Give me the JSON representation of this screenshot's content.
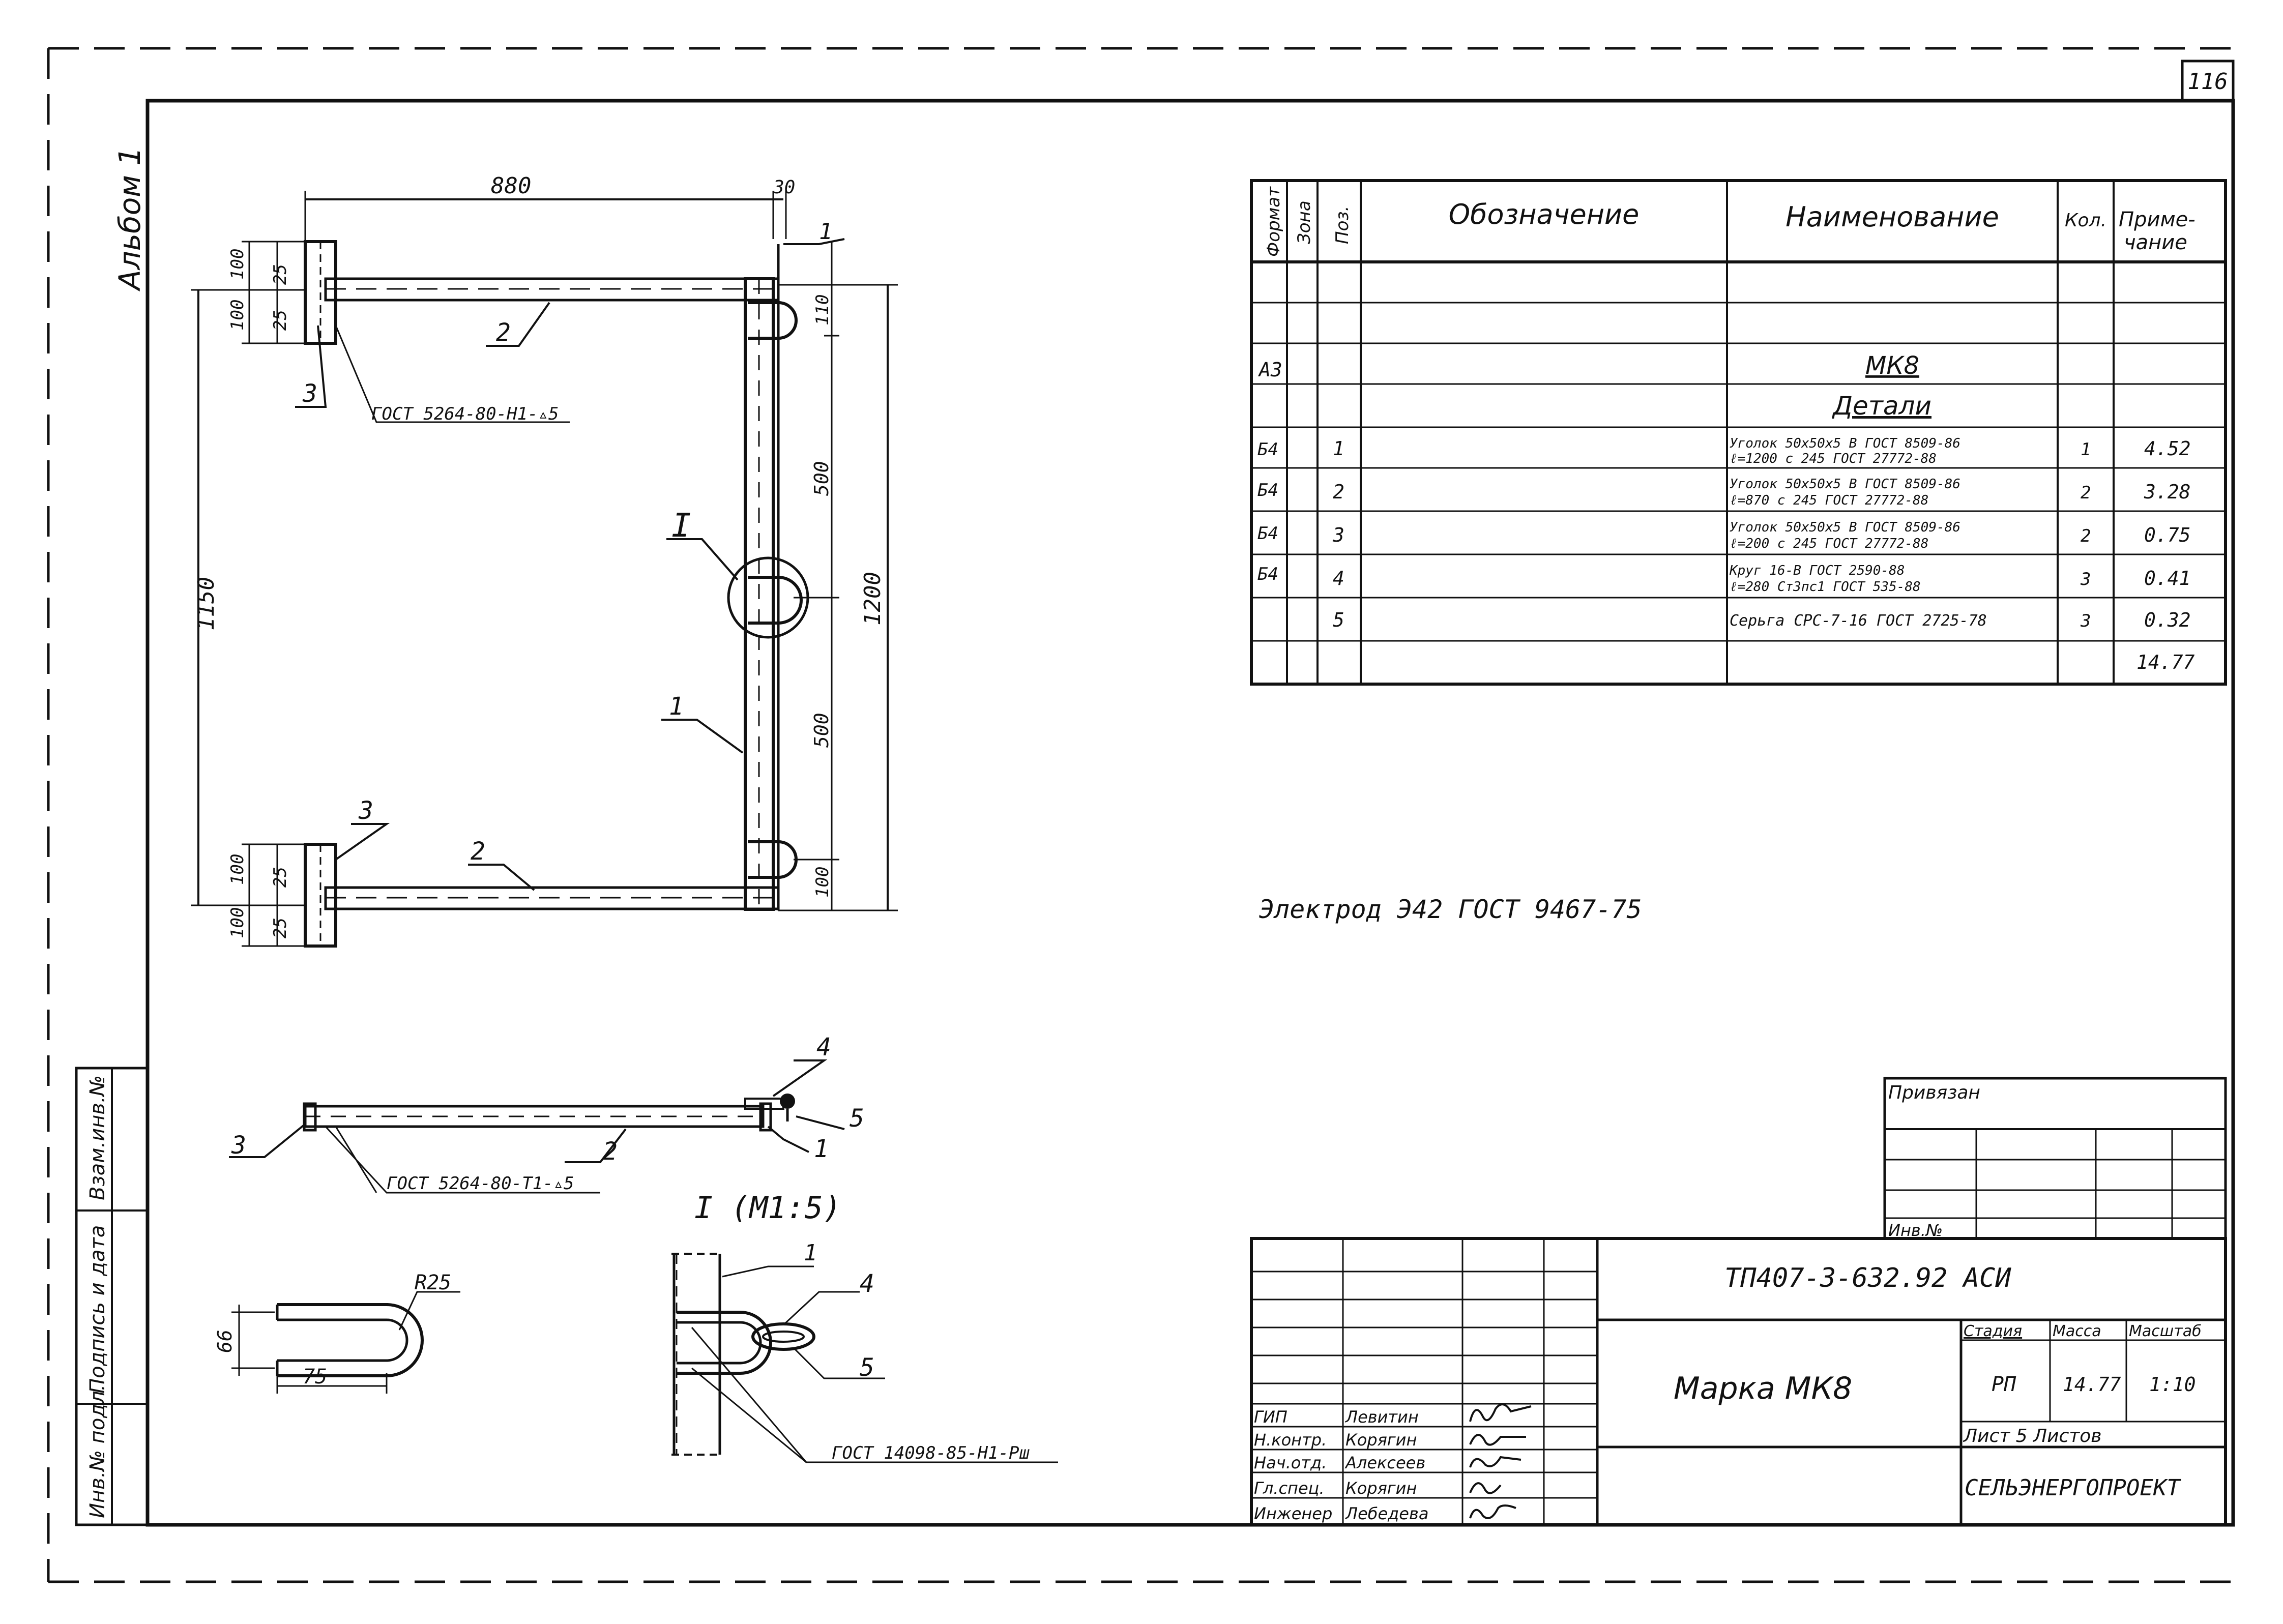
{
  "sheet_number": "116",
  "album": "Альбом 1",
  "spec_table": {
    "headers": {
      "format": "Формат",
      "zone": "Зона",
      "pos": "Поз.",
      "designation": "Обозначение",
      "name": "Наименование",
      "qty": "Кол.",
      "note": "Приме-\nчание"
    },
    "format_a3": "А3",
    "mark_title": "МК8",
    "section_title": "Детали",
    "rows": [
      {
        "format": "Б4",
        "pos": "1",
        "name_l1": "Уголок  50х50х5 В ГОСТ 8509-86",
        "name_l2": "ℓ=1200   с 245 ГОСТ 27772-88",
        "qty": "1",
        "note": "4.52"
      },
      {
        "format": "Б4",
        "pos": "2",
        "name_l1": "Уголок  50х50х5 В ГОСТ 8509-86",
        "name_l2": "ℓ=870    с 245 ГОСТ 27772-88",
        "qty": "2",
        "note": "3.28"
      },
      {
        "format": "Б4",
        "pos": "3",
        "name_l1": "Уголок  50х50х5 В ГОСТ 8509-86",
        "name_l2": "ℓ=200    с 245  ГОСТ 27772-88",
        "qty": "2",
        "note": "0.75"
      },
      {
        "format": "Б4",
        "pos": "4",
        "name_l1": "Круг  16-В  ГОСТ 2590-88",
        "name_l2": "ℓ=280 Ст3пс1 ГОСТ 535-88",
        "qty": "3",
        "note": "0.41"
      },
      {
        "format": "",
        "pos": "5",
        "name_l1": "Серьга  СРС-7-16 ГОСТ 2725-78",
        "name_l2": "",
        "qty": "3",
        "note": "0.32"
      }
    ],
    "total": "14.77"
  },
  "electrode_note": "Электрод Э42 ГОСТ 9467-75",
  "drawing": {
    "dim_top": "880",
    "dim_top_right": "30",
    "dim_left_total": "1150",
    "dim_right_total": "1200",
    "dim_upper_small_a": "100",
    "dim_upper_small_b": "25",
    "dim_upper_small_c": "100",
    "dim_upper_small_d": "25",
    "dim_110": "110",
    "dim_500_top": "500",
    "dim_500_bottom": "500",
    "dim_100_bottom": "100",
    "dim_lower_small_a": "100",
    "dim_lower_small_b": "25",
    "dim_lower_small_c": "100",
    "dim_lower_small_d": "25",
    "weld_note_top": "ГОСТ 5264-80-Н1-▵5",
    "weld_note_side": "ГОСТ 5264-80-Т1-▵5",
    "weld_note_detail": "ГОСТ 14098-85-Н1-Рш",
    "detail_mark": "I",
    "detail_title": "I  (М1:5)",
    "radius_label": "R25",
    "dim_66": "66",
    "dim_75": "75",
    "pos1": "1",
    "pos2": "2",
    "pos3": "3",
    "pos4": "4",
    "pos5": "5"
  },
  "side_stamp": {
    "inv_podl": "Инв.№ подл.",
    "podpis": "Подпись и дата",
    "vzam": "Взам.инв.№"
  },
  "privyazan": {
    "title": "Привязан",
    "inv_label": "Инв.№"
  },
  "title_block": {
    "doc_code": "ТП407-3-632.92 АСИ",
    "mark": "Марка МК8",
    "stage_label": "Стадия",
    "mass_label": "Масса",
    "scale_label": "Масштаб",
    "stage": "РП",
    "mass": "14.77",
    "scale": "1:10",
    "sheet_label": "Лист 5  Листов",
    "org": "СЕЛЬЭНЕРГОПРОЕКТ",
    "staff": [
      {
        "role": "ГИП",
        "name": "Левитин"
      },
      {
        "role": "Н.контр.",
        "name": "Корягин"
      },
      {
        "role": "Нач.отд.",
        "name": "Алексеев"
      },
      {
        "role": "Гл.спец.",
        "name": "Корягин"
      },
      {
        "role": "Инженер",
        "name": "Лебедева"
      }
    ]
  }
}
